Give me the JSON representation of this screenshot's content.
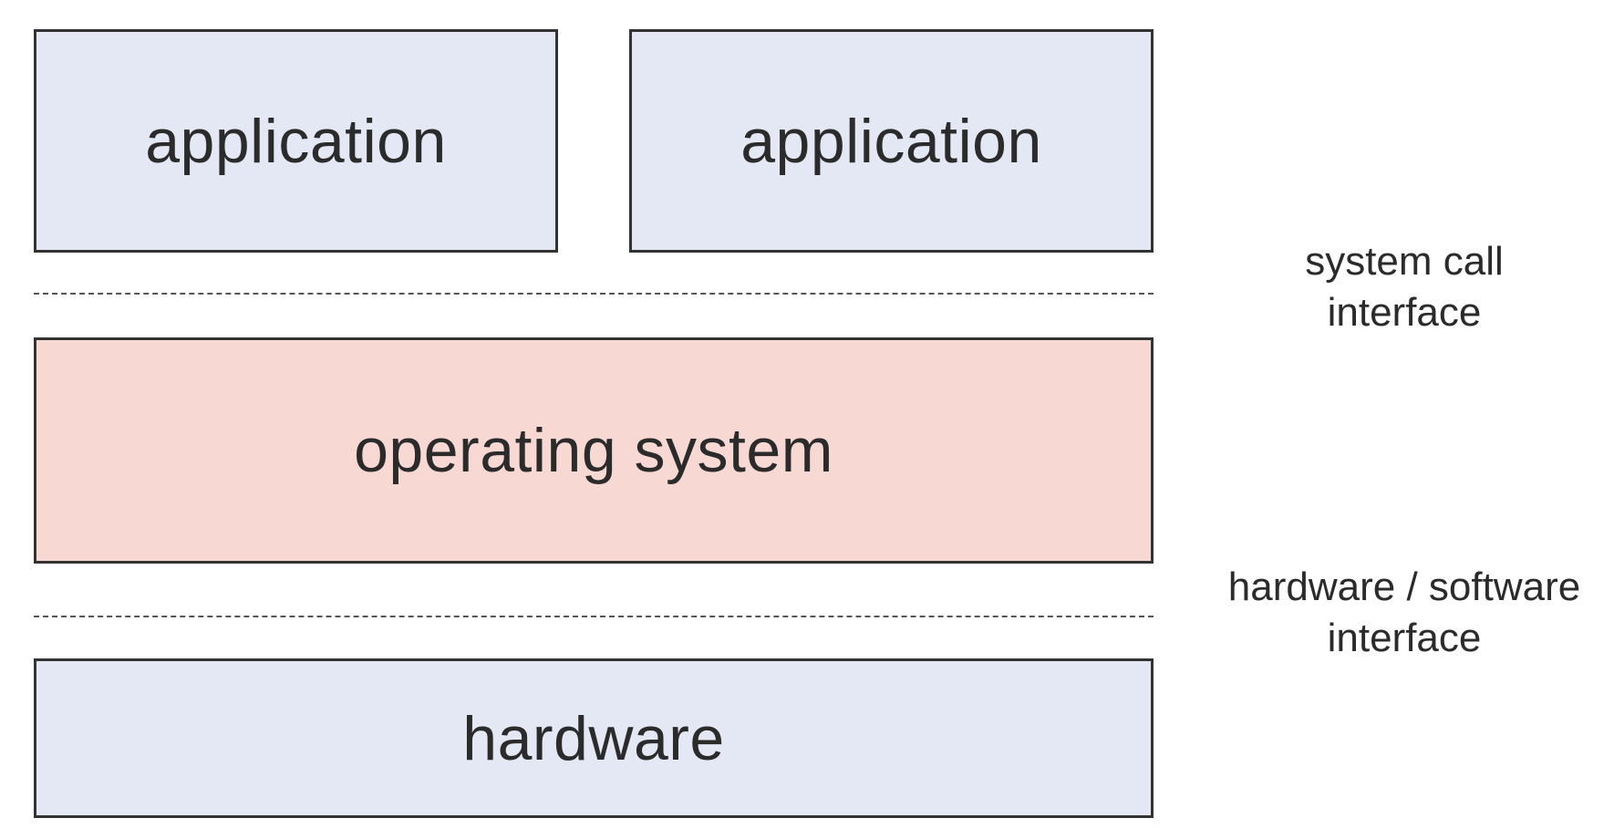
{
  "layers": {
    "application_left": {
      "label": "application",
      "fill": "#e4e8f5"
    },
    "application_right": {
      "label": "application",
      "fill": "#e4e8f5"
    },
    "operating_system": {
      "label": "operating system",
      "fill": "#f8d8d3"
    },
    "hardware": {
      "label": "hardware",
      "fill": "#e4e8f5"
    }
  },
  "interfaces": {
    "system_call": {
      "line1": "system call",
      "line2": "interface"
    },
    "hw_sw": {
      "line1": "hardware / software",
      "line2": "interface"
    }
  },
  "colors": {
    "border": "#333333",
    "text": "#2b2b2b",
    "dashed_line": "#555555"
  }
}
